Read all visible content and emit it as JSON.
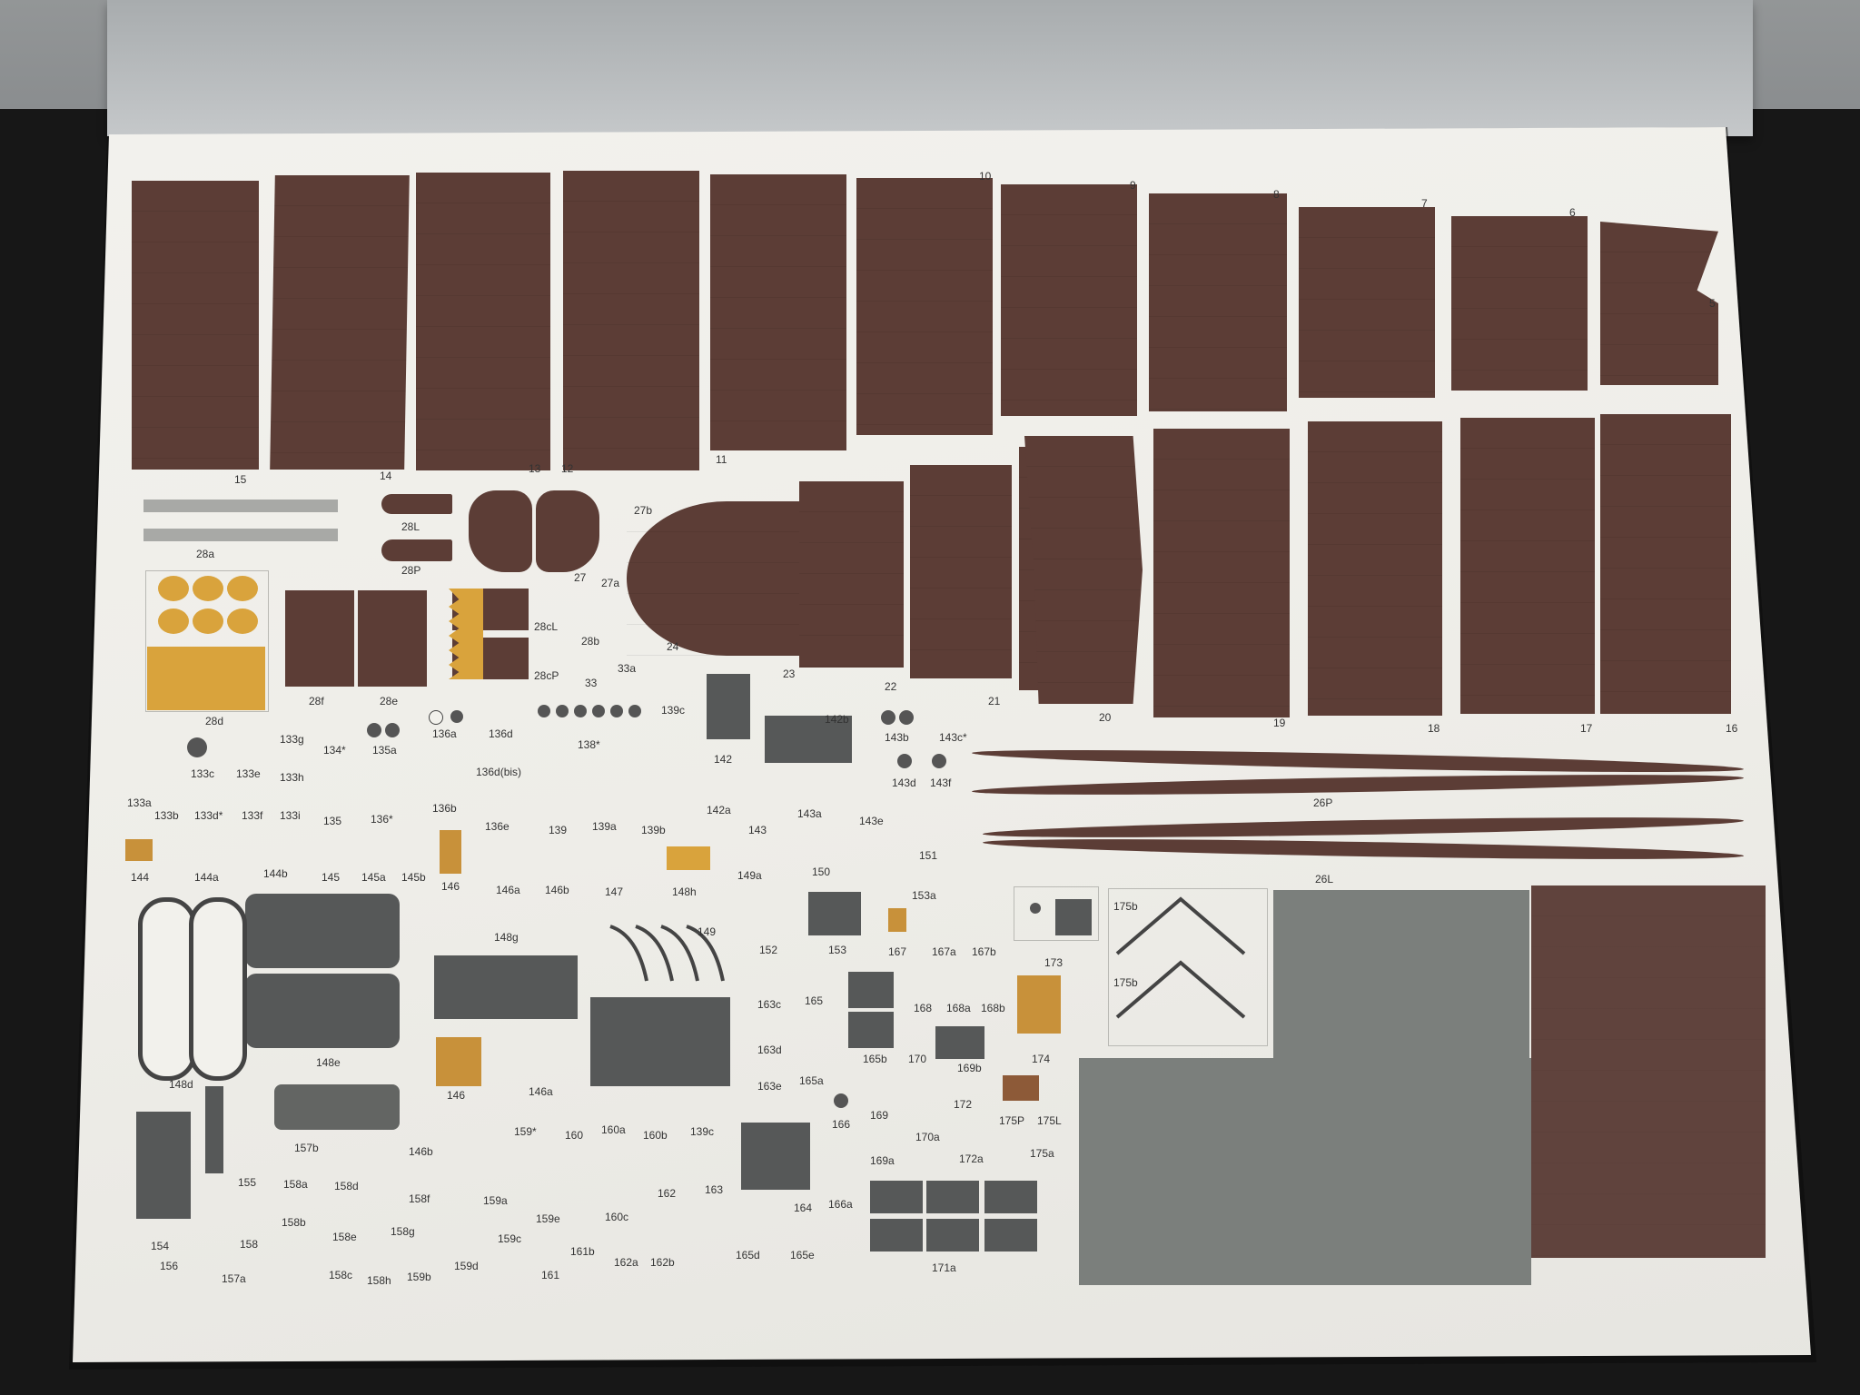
{
  "photo": {
    "subject": "card model part sheet",
    "colors": {
      "hull": "#5c3d36",
      "deck_grey": "#565858",
      "light_grey": "#7b7f7c",
      "ochre": "#d9a33c",
      "paper": "#efeeea",
      "background": "#8f9294"
    }
  },
  "labels": {
    "hull_top": [
      "15",
      "14",
      "13",
      "12",
      "11",
      "10",
      "9",
      "8",
      "7",
      "6",
      "5"
    ],
    "hull_bottom": [
      "24",
      "23",
      "22",
      "21",
      "20",
      "19",
      "18",
      "17",
      "16"
    ],
    "bow": [
      "28a",
      "28L",
      "28P",
      "27",
      "27a",
      "27b",
      "28d",
      "28f",
      "28e",
      "28cL",
      "28cP",
      "28b",
      "33",
      "33a"
    ],
    "strips": [
      "26P",
      "26L"
    ],
    "row_a": [
      "139c",
      "142b",
      "142",
      "143b",
      "143c*",
      "133g",
      "134*",
      "135a",
      "136a",
      "136d",
      "138*",
      "133c",
      "133e",
      "133h",
      "136d(bis)",
      "133a",
      "133b",
      "133d*",
      "133f",
      "133i",
      "135",
      "136*",
      "136b",
      "136e",
      "139",
      "139a",
      "139b",
      "142a",
      "143",
      "143a",
      "143d",
      "143f",
      "143e"
    ],
    "row_b": [
      "144",
      "144a",
      "144b",
      "145",
      "145a",
      "145b",
      "146",
      "146a",
      "146b",
      "147",
      "148h",
      "149a",
      "150",
      "151",
      "153a"
    ],
    "row_c": [
      "148g",
      "149",
      "152",
      "153",
      "167",
      "167a",
      "167b",
      "173",
      "175b",
      "175b",
      "148d",
      "148e",
      "163c",
      "165",
      "168",
      "168a",
      "168b",
      "174",
      "163d",
      "165b",
      "170",
      "169b",
      "146",
      "146a",
      "163e",
      "165a",
      "172",
      "175P",
      "175L"
    ],
    "row_d": [
      "157b",
      "159*",
      "160",
      "160a",
      "160b",
      "139c",
      "166",
      "169",
      "170a",
      "172a",
      "175a",
      "155",
      "158a",
      "158d",
      "146b",
      "158f",
      "159a",
      "159e",
      "160c",
      "162",
      "163",
      "164",
      "169a",
      "166a",
      "154",
      "158",
      "158b",
      "158e",
      "158g",
      "159c",
      "161b",
      "162a",
      "162b",
      "165d",
      "165e",
      "171a",
      "156",
      "157a",
      "158c",
      "158h",
      "159b",
      "159d",
      "161"
    ]
  }
}
